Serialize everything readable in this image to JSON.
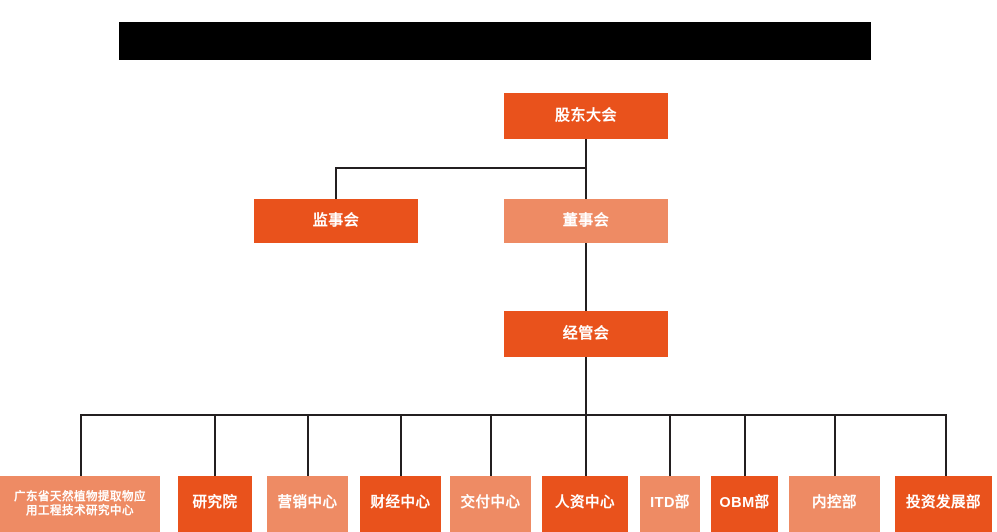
{
  "page": {
    "title_banner": {
      "name": "redacted-title-banner",
      "text": ""
    },
    "background_color": "#ffffff",
    "colors": {
      "dark_orange": "#e9521c",
      "light_orange": "#ee8b64",
      "connector": "#231f20",
      "banner": "#000000",
      "text": "#ffffff"
    }
  },
  "chart_data": {
    "type": "diagram",
    "diagram_type": "organization-chart",
    "title": "",
    "levels": [
      {
        "level": 1,
        "nodes": [
          {
            "id": "shareholders",
            "label": "股东大会",
            "color": "dark_orange"
          }
        ]
      },
      {
        "level": 2,
        "nodes": [
          {
            "id": "supervisors",
            "label": "监事会",
            "color": "dark_orange"
          },
          {
            "id": "directors",
            "label": "董事会",
            "color": "light_orange"
          }
        ]
      },
      {
        "level": 3,
        "nodes": [
          {
            "id": "management",
            "label": "经管会",
            "color": "dark_orange"
          }
        ]
      },
      {
        "level": 4,
        "nodes": [
          {
            "id": "rd-center",
            "label": "广东省天然植物提取物应用工程技术研究中心",
            "color": "light_orange"
          },
          {
            "id": "research-institute",
            "label": "研究院",
            "color": "dark_orange"
          },
          {
            "id": "marketing-center",
            "label": "营销中心",
            "color": "light_orange"
          },
          {
            "id": "finance-center",
            "label": "财经中心",
            "color": "dark_orange"
          },
          {
            "id": "delivery-center",
            "label": "交付中心",
            "color": "light_orange"
          },
          {
            "id": "hr-center",
            "label": "人资中心",
            "color": "dark_orange"
          },
          {
            "id": "itd-dept",
            "label": "ITD部",
            "color": "light_orange"
          },
          {
            "id": "obm-dept",
            "label": "OBM部",
            "color": "dark_orange"
          },
          {
            "id": "internal-control-dept",
            "label": "内控部",
            "color": "light_orange"
          },
          {
            "id": "investment-development-dept",
            "label": "投资发展部",
            "color": "dark_orange"
          }
        ]
      }
    ],
    "edges": [
      {
        "from": "shareholders",
        "to": "supervisors"
      },
      {
        "from": "shareholders",
        "to": "directors"
      },
      {
        "from": "directors",
        "to": "management"
      },
      {
        "from": "management",
        "to": "rd-center"
      },
      {
        "from": "management",
        "to": "research-institute"
      },
      {
        "from": "management",
        "to": "marketing-center"
      },
      {
        "from": "management",
        "to": "finance-center"
      },
      {
        "from": "management",
        "to": "delivery-center"
      },
      {
        "from": "management",
        "to": "hr-center"
      },
      {
        "from": "management",
        "to": "itd-dept"
      },
      {
        "from": "management",
        "to": "obm-dept"
      },
      {
        "from": "management",
        "to": "internal-control-dept"
      },
      {
        "from": "management",
        "to": "investment-development-dept"
      }
    ]
  },
  "nodes": {
    "shareholders": {
      "label": "股东大会"
    },
    "supervisors": {
      "label": "监事会"
    },
    "directors": {
      "label": "董事会"
    },
    "management": {
      "label": "经管会"
    },
    "rd_center_line1": {
      "label": "广东省天然植物提取物应"
    },
    "rd_center_line2": {
      "label": "用工程技术研究中心"
    },
    "research_institute": {
      "label": "研究院"
    },
    "marketing_center": {
      "label": "营销中心"
    },
    "finance_center": {
      "label": "财经中心"
    },
    "delivery_center": {
      "label": "交付中心"
    },
    "hr_center": {
      "label": "人资中心"
    },
    "itd_dept": {
      "label": "ITD部"
    },
    "obm_dept": {
      "label": "OBM部"
    },
    "internal_control_dept": {
      "label": "内控部"
    },
    "investment_development_dept": {
      "label": "投资发展部"
    }
  }
}
